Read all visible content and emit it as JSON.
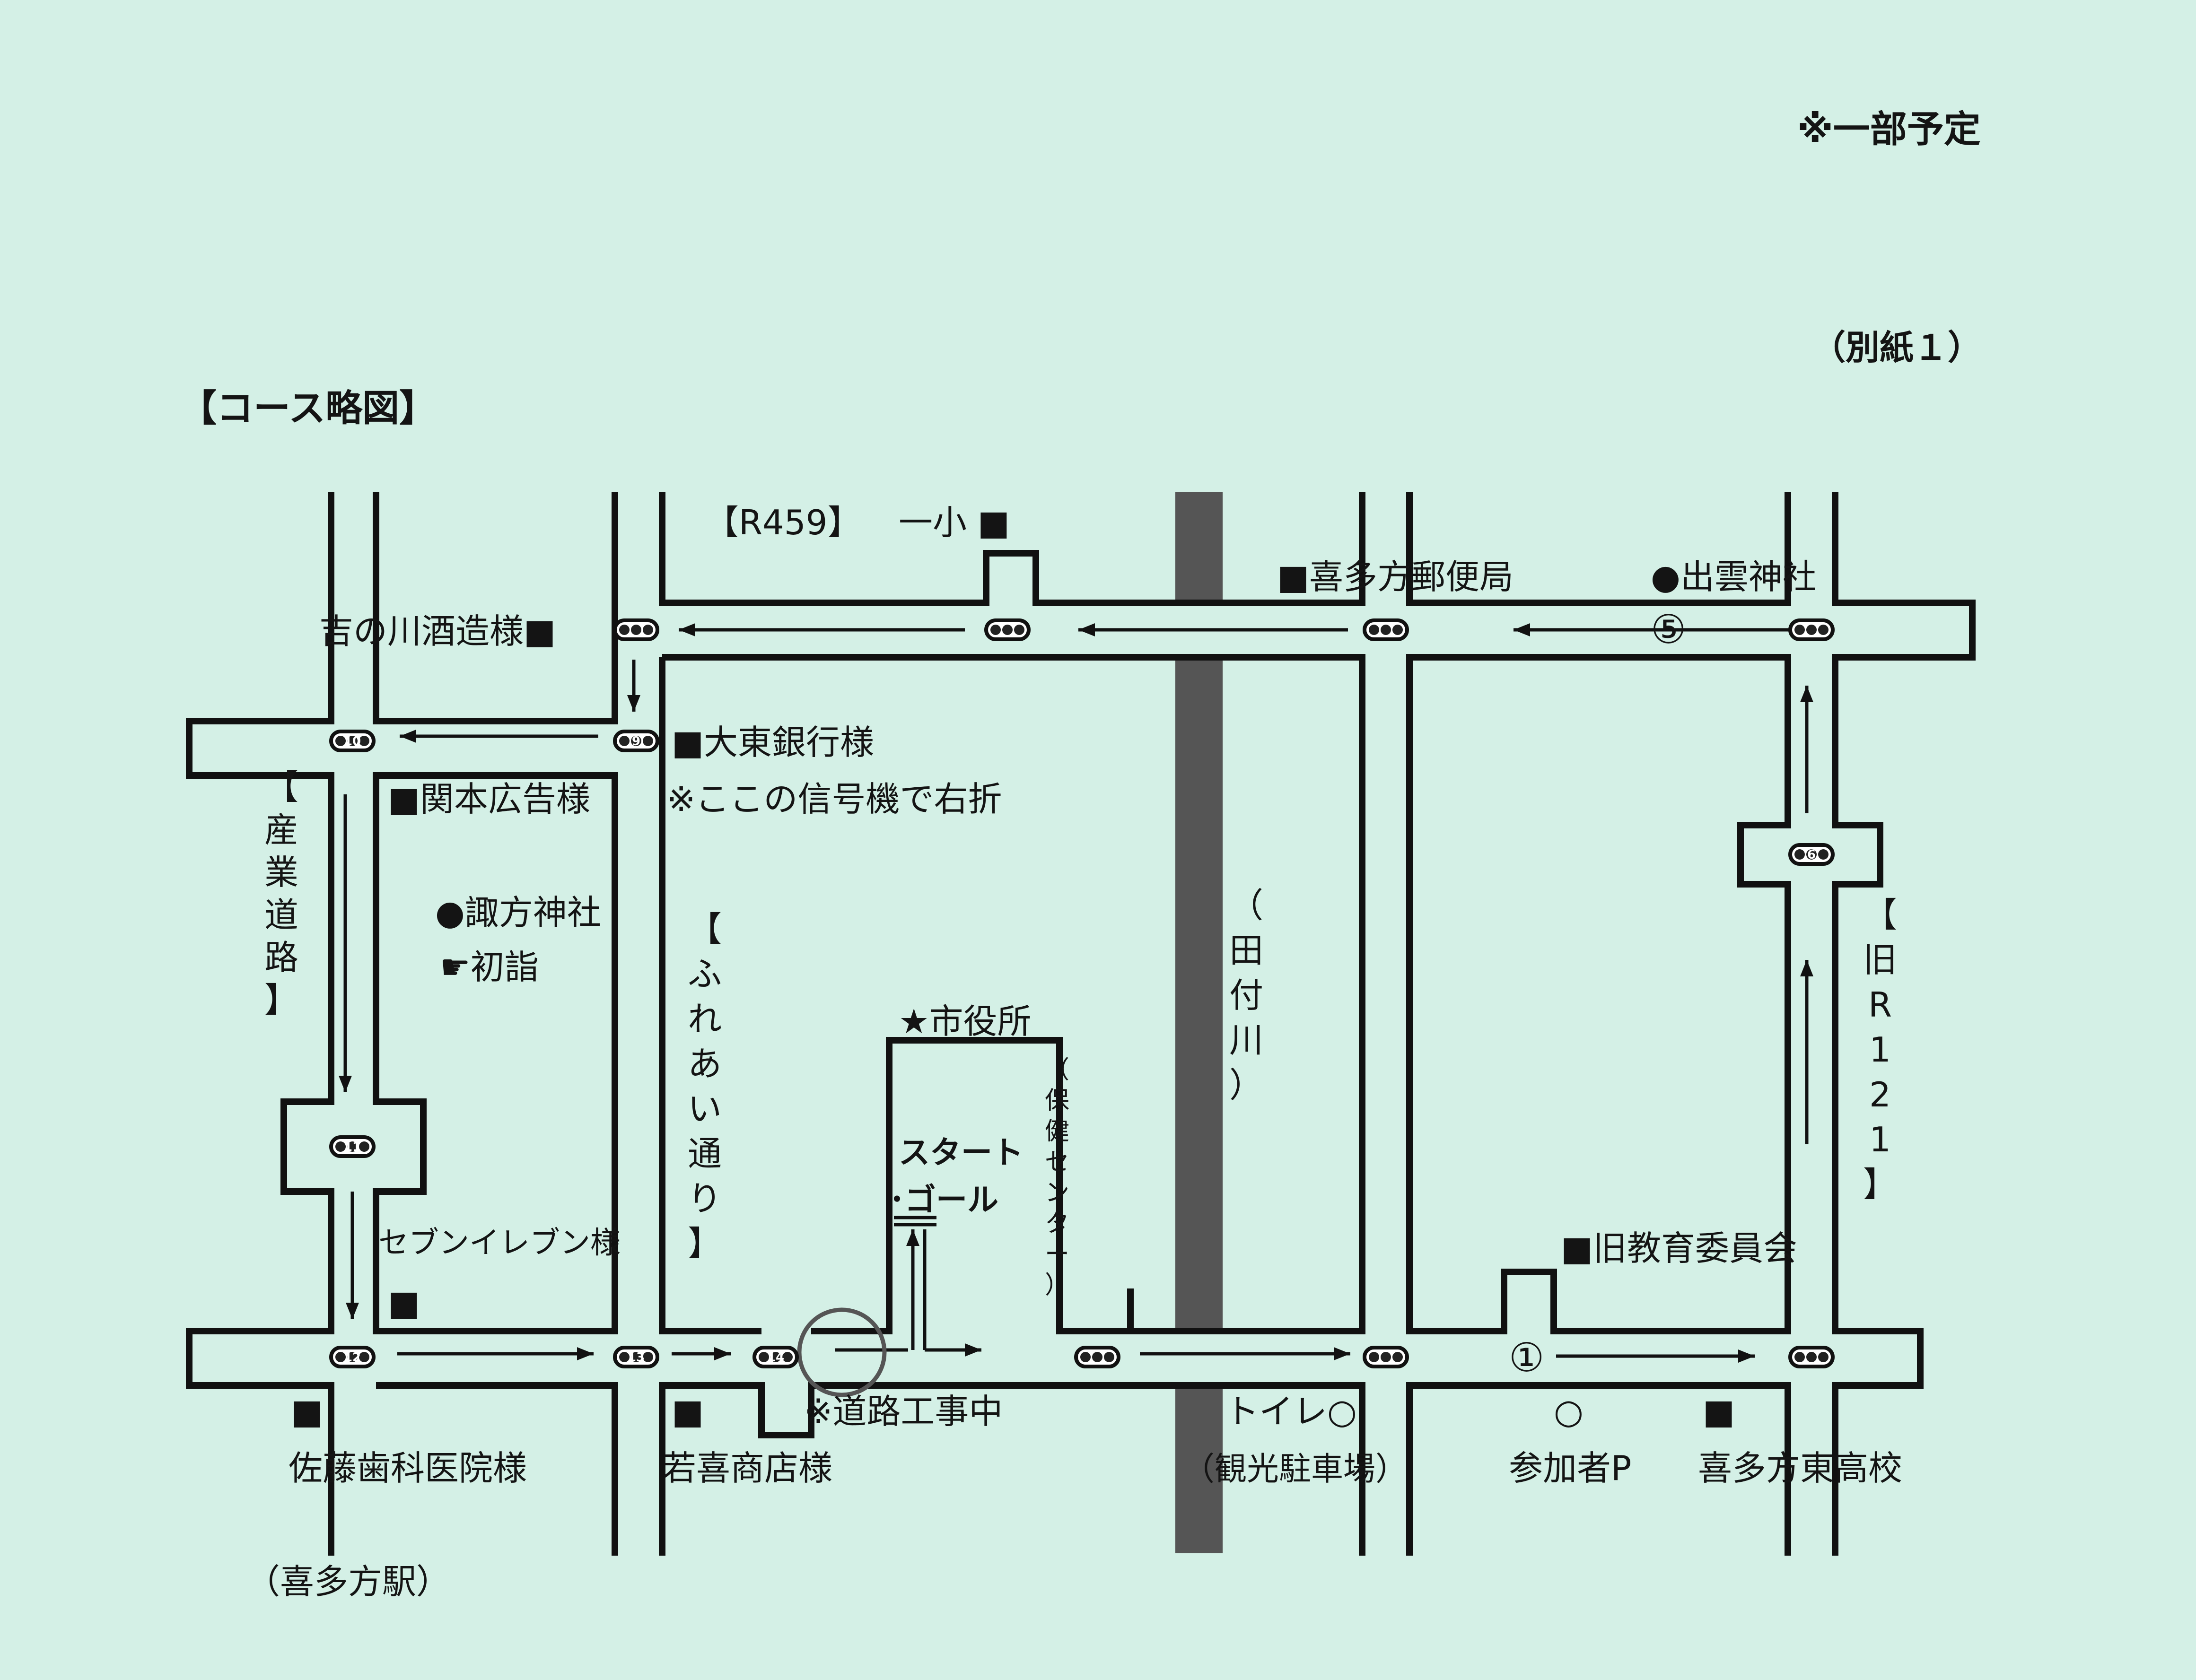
{
  "header": {
    "note": "※一部予定",
    "attachment": "（別紙１）",
    "title": "【コース略図】"
  },
  "roads": {
    "r459": "【R459】",
    "fureai": [
      "【",
      "ふ",
      "れ",
      "あ",
      "い",
      "通",
      "り",
      "】"
    ],
    "sangyo": [
      "【",
      "産",
      "業",
      "道",
      "路",
      "】"
    ],
    "old_r121": [
      "【",
      "旧",
      "R",
      "1",
      "2",
      "1",
      "】"
    ],
    "river": [
      "（",
      "田",
      "付",
      "川",
      "）"
    ],
    "health_center": [
      "（",
      "保",
      "健",
      "セ",
      "ン",
      "タ",
      "ー",
      "）"
    ]
  },
  "places": {
    "ichisho": "一小 ■",
    "post_office": "■喜多方郵便局",
    "izumo_shrine": "●出雲神社",
    "yoshinogawa": "吉の川酒造様■",
    "daito_bank": "■大東銀行様",
    "turn_note": "※ここの信号機で右折",
    "sekimoto": "■関本広告様",
    "suwa_shrine": "●諏方神社",
    "hatsumoude": "☛初詣",
    "city_hall": "★市役所",
    "start_goal_1": "スタート",
    "start_goal_2": "･ゴール",
    "seven_eleven": "セブンイレブン様",
    "old_board": "■旧教育委員会",
    "construction": "※道路工事中",
    "toilet": "トイレ○",
    "sato_dental": "佐藤歯科医院様",
    "wakaki_shop": "若喜商店様",
    "parking": "（観光駐車場）",
    "participant_parking": "参加者P",
    "parking_mark": "○",
    "east_high": "喜多方東高校",
    "station": "（喜多方駅）",
    "square_mark": "■",
    "checkpoint_1": "①",
    "checkpoint_5": "⑤"
  },
  "signals": [
    {
      "id": "sig-yoshinogawa",
      "num": ""
    },
    {
      "id": "sig-top-mid",
      "num": ""
    },
    {
      "id": "sig-post",
      "num": ""
    },
    {
      "id": "sig-izumo",
      "num": ""
    },
    {
      "id": "sig-10",
      "num": "10"
    },
    {
      "id": "sig-9",
      "num": "9"
    },
    {
      "id": "sig-r121-mid",
      "num": "6"
    },
    {
      "id": "sig-11",
      "num": "11"
    },
    {
      "id": "sig-12",
      "num": "12"
    },
    {
      "id": "sig-13",
      "num": "13"
    },
    {
      "id": "sig-14",
      "num": "14"
    },
    {
      "id": "sig-bottom-mid",
      "num": ""
    },
    {
      "id": "sig-bottom-4",
      "num": ""
    },
    {
      "id": "sig-east-high",
      "num": ""
    }
  ],
  "colors": {
    "background": "#d4f0e6",
    "ink": "#141414",
    "river": "#555555"
  }
}
